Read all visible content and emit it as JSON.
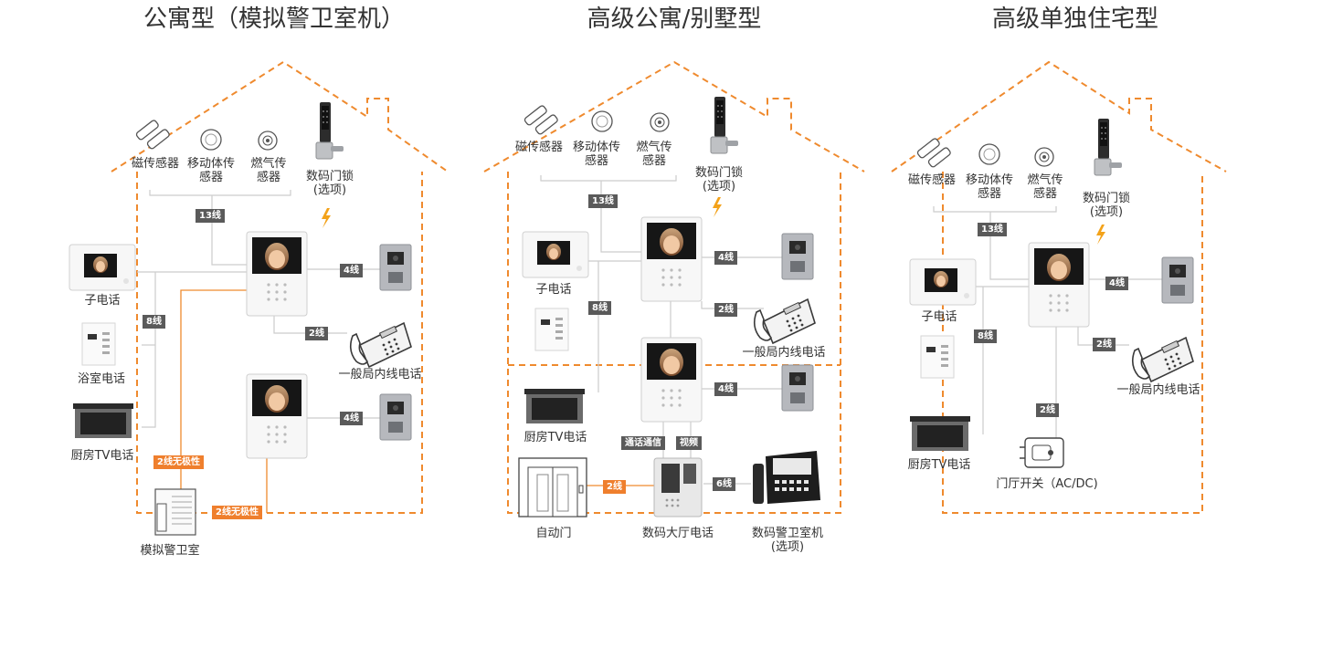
{
  "titles": [
    "公寓型（模拟警卫室机）",
    "高级公寓/别墅型",
    "高级单独住宅型"
  ],
  "colors": {
    "house_outline": "#ef8a2e",
    "accent_tag": "#ef7f2d",
    "gray_tag": "#5a5a5a",
    "wire": "#cccccc",
    "lightning": "#f3a21a"
  },
  "labels": {
    "magnetic_sensor": "磁传感器",
    "motion_sensor": "移动体传\n感器",
    "gas_sensor": "燃气传\n感器",
    "digital_lock": "数码门锁\n(选项)",
    "sub_phone": "子电话",
    "bathroom_phone": "浴室电话",
    "kitchen_tv": "厨房TV电话",
    "landline": "一般局内线电话",
    "analog_guard": "模拟警卫室",
    "auto_door": "自动门",
    "lobby_phone": "数码大厅电话",
    "guard_unit": "数码警卫室机\n(选项)",
    "door_switch": "门厅开关（AC/DC)"
  },
  "wires": {
    "w13": "13线",
    "w8": "8线",
    "w4": "4线",
    "w2": "2线",
    "w6": "6线",
    "w2np": "2线无极性",
    "talk": "通话通信",
    "video": "视频"
  }
}
